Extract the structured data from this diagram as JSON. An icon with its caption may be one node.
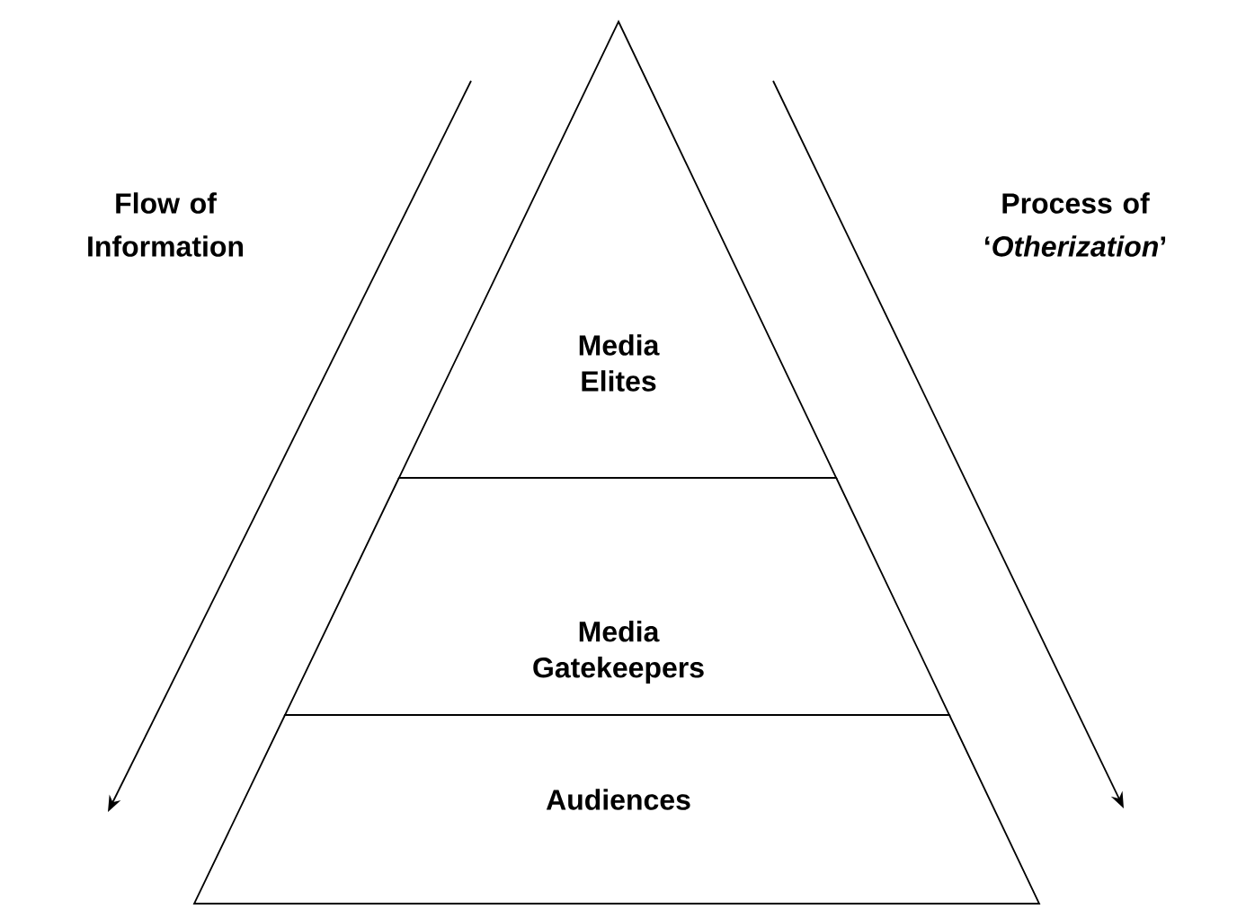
{
  "diagram": {
    "nodes": [
      {
        "text": [
          "Media Elites"
        ]
      },
      {
        "text": [
          "Media Gatekeepers"
        ]
      },
      {
        "text": [
          "Audiences"
        ]
      }
    ],
    "labels": [
      "Flow of Information",
      "Process of ‘*Otherization*’"
    ]
  }
}
